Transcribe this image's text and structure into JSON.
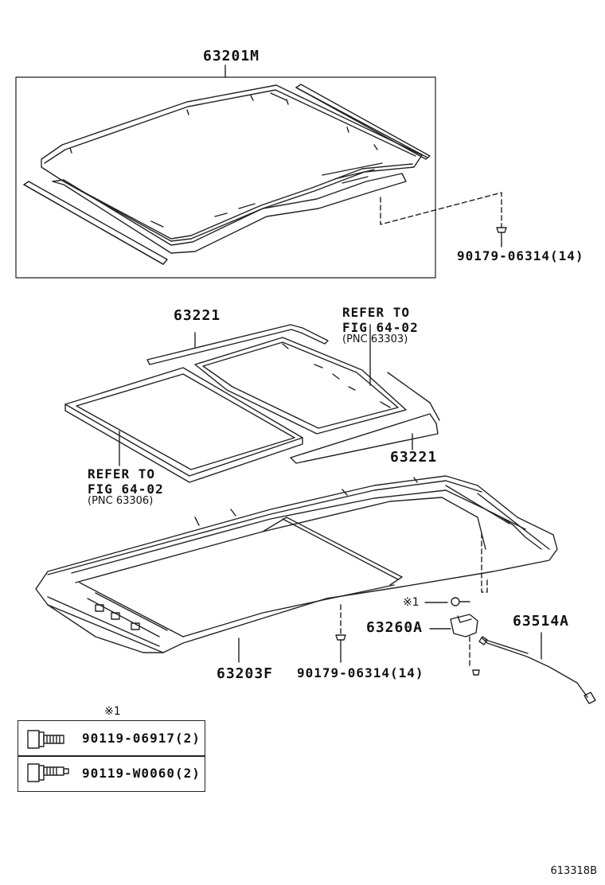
{
  "parts": {
    "roof_panel": "63201M",
    "clip_top": "90179-06314(14)",
    "weatherstrip_upper": "63221",
    "weatherstrip_lower": "63221",
    "housing": "63203F",
    "clip_bottom": "90179-06314(14)",
    "sensor_bracket": "63260A",
    "wire_harness": "63514A"
  },
  "refers": {
    "glass_rear": {
      "line1": "REFER TO",
      "line2": "FIG 64-02",
      "pnc": "(PNC 63303)"
    },
    "glass_front": {
      "line1": "REFER TO",
      "line2": "FIG 64-02",
      "pnc": "(PNC 63306)"
    }
  },
  "notes": {
    "mark_callout": "※1",
    "legend_mark": "※1"
  },
  "legend": {
    "row1": "90119-06917(2)",
    "row2": "90119-W0060(2)"
  },
  "illustration_code": "613318B",
  "icons": {
    "bolt": "hex-flange-bolt-icon",
    "stud": "threaded-stud-icon"
  },
  "colors": {
    "ink": "#111111",
    "background": "#ffffff"
  }
}
